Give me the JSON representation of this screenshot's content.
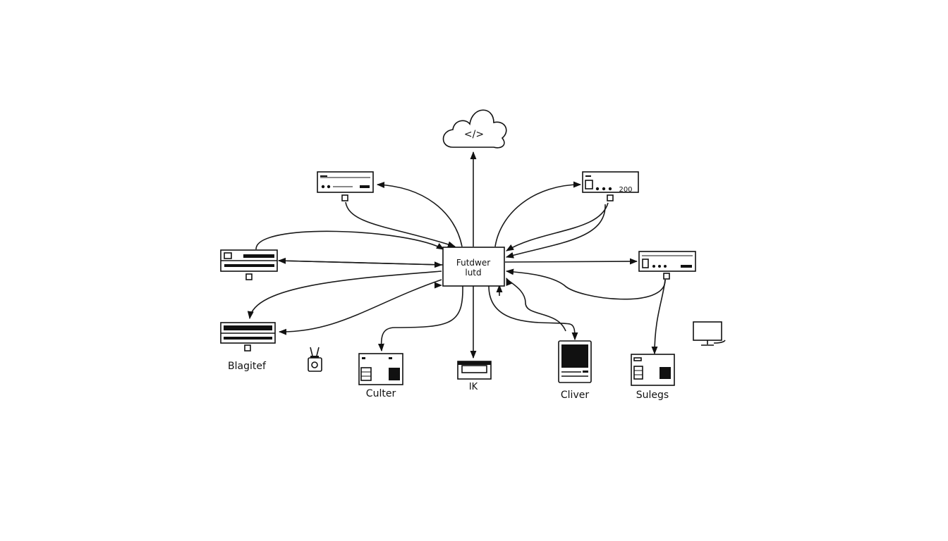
{
  "hub": {
    "line1": "Futdwer",
    "line2": "lutd"
  },
  "cloud": {
    "icon": "cloud-icon",
    "glyph": "</>"
  },
  "devices": {
    "router_top_left": {
      "icon": "router-icon"
    },
    "router_top_right": {
      "icon": "router-icon",
      "readout": "200"
    },
    "server_left": {
      "icon": "server-icon"
    },
    "server_right": {
      "icon": "router-icon"
    },
    "server_bottom_left": {
      "icon": "server-icon",
      "label": "Blagitef"
    },
    "lock": {
      "icon": "lock-icon"
    },
    "culter": {
      "icon": "switch-panel-icon",
      "label": "Culter"
    },
    "ik": {
      "icon": "printer-icon",
      "label": "IK"
    },
    "cliver": {
      "icon": "terminal-icon",
      "label": "Cliver"
    },
    "sulegs": {
      "icon": "switch-panel-icon",
      "label": "Sulegs"
    },
    "monitor": {
      "icon": "monitor-icon"
    }
  },
  "colors": {
    "ink": "#111111",
    "background": "#ffffff"
  }
}
